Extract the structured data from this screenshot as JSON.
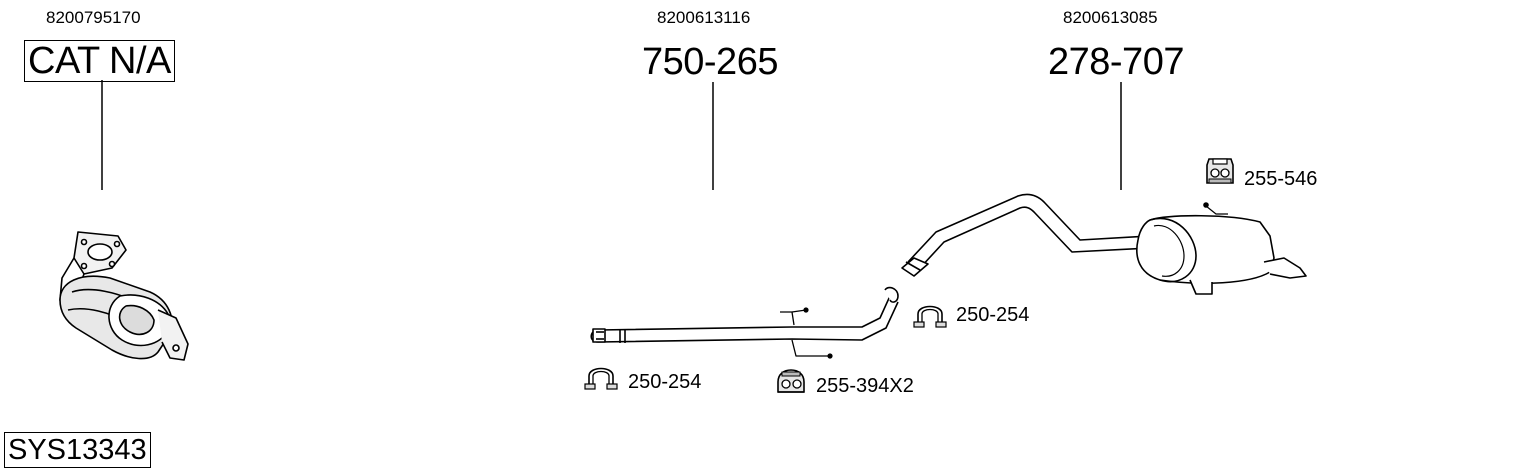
{
  "parts": [
    {
      "oem": "8200795170",
      "number": "CAT N/A",
      "boxed": true
    },
    {
      "oem": "8200613116",
      "number": "750-265",
      "boxed": false
    },
    {
      "oem": "8200613085",
      "number": "278-707",
      "boxed": false
    }
  ],
  "accessories": [
    {
      "number": "250-254",
      "icon": "clamp-icon"
    },
    {
      "number": "250-254",
      "icon": "clamp-icon"
    },
    {
      "number": "255-394X2",
      "icon": "rubber-hanger-icon"
    },
    {
      "number": "255-546",
      "icon": "rubber-mount-icon"
    }
  ],
  "system_id": "SYS13343"
}
